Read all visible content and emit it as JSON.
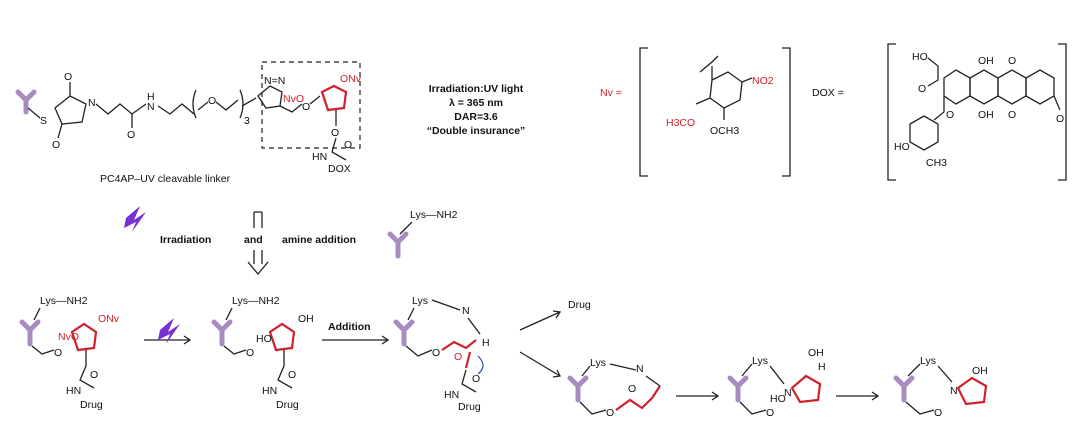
{
  "colors": {
    "red": "#d0202a",
    "antibody": "#a88cbf",
    "lightning": "#7a2fd6",
    "arrow_blue": "#2b4aa0"
  },
  "icons": {
    "antibody": "antibody-icon",
    "uv": "lightning-icon"
  },
  "top": {
    "linker_caption": "PC4AP–UV cleavable linker",
    "atoms": {
      "s": "S",
      "o": "O",
      "n": "N",
      "h": "H",
      "nh": "HN",
      "dox": "DOX",
      "nv": "NvO",
      "onv": "ONv",
      "o3": "3",
      "nnn": "N=N",
      "hn": "HN"
    },
    "conditions": {
      "line1": "Irradiation:UV light",
      "line2": "λ = 365 nm",
      "line3": "DAR=3.6",
      "line4": "“Double insurance”"
    },
    "nv_label": "Nv =",
    "nv_groups": {
      "no2": "NO2",
      "och3_left": "H3CO",
      "och3_bottom": "OCH3"
    },
    "dox_label": "DOX =",
    "dox_groups": {
      "ho": "HO",
      "oh1": "OH",
      "oh2": "OH",
      "o1": "O",
      "o2": "O",
      "ho2": "HO",
      "ch3": "CH3",
      "ome": "O"
    }
  },
  "middle": {
    "step1": "Irradiation",
    "step2": "and",
    "step3": "amine addition",
    "lys_label": "Lys—NH2"
  },
  "bottom": {
    "s1": {
      "lys": "Lys—NH2",
      "nvo": "NvO",
      "onv": "ONv",
      "o": "O",
      "hn": "HN",
      "drug": "Drug"
    },
    "s2": {
      "lys": "Lys—NH2",
      "ho": "HO",
      "oh": "OH",
      "o": "O",
      "hn": "HN",
      "drug": "Drug"
    },
    "addition": "Addition",
    "s3": {
      "lys": "Lys",
      "n": "N",
      "h": "H",
      "o": "O",
      "hn": "HN",
      "drug": "Drug"
    },
    "drug_out": "Drug",
    "s4": {
      "lys": "Lys",
      "n": "N",
      "o": "O"
    },
    "s5": {
      "lys": "Lys",
      "n": "N",
      "oh": "OH",
      "h": "H",
      "ho": "HO"
    },
    "s6": {
      "lys": "Lys",
      "n": "N",
      "oh": "OH"
    }
  }
}
